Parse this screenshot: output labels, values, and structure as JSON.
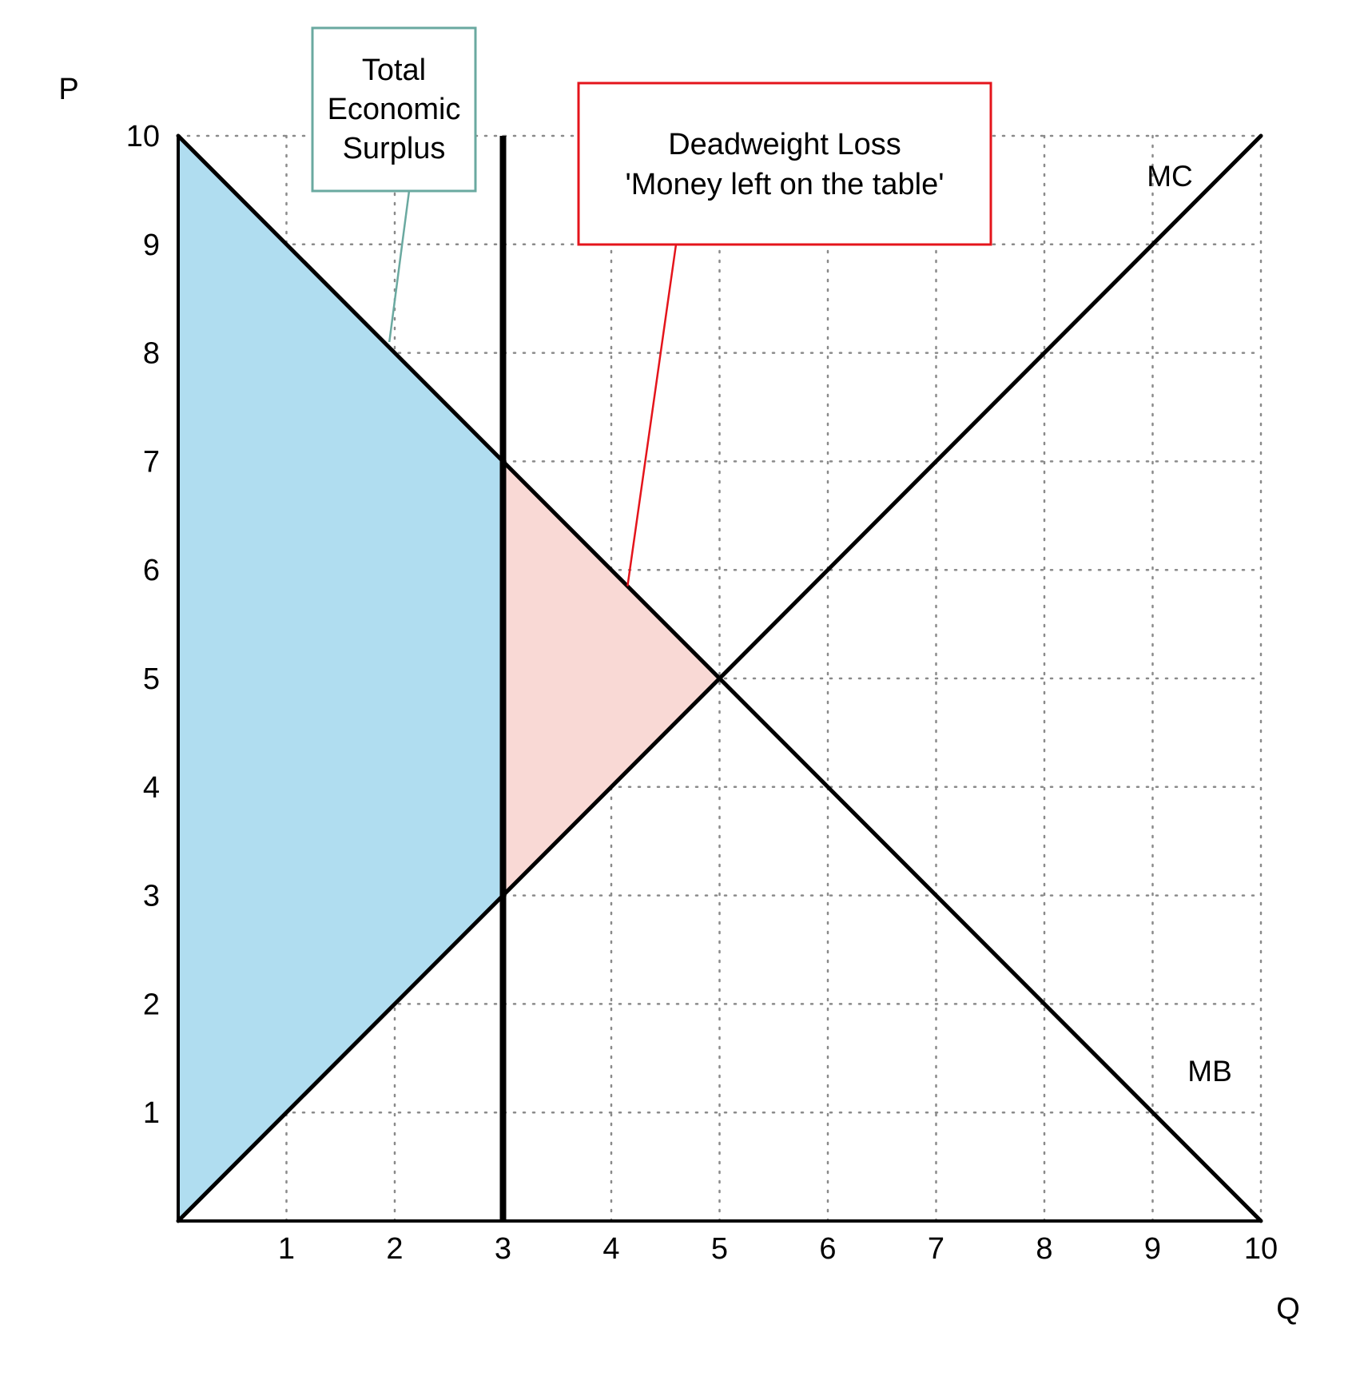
{
  "chart_data": {
    "type": "line",
    "xlabel": "Q",
    "ylabel": "P",
    "xlim": [
      0,
      10
    ],
    "ylim": [
      0,
      10
    ],
    "grid": true,
    "grid_style": "dotted",
    "x_ticks": [
      "1",
      "2",
      "3",
      "4",
      "5",
      "6",
      "7",
      "8",
      "9",
      "10"
    ],
    "y_ticks": [
      "1",
      "2",
      "3",
      "4",
      "5",
      "6",
      "7",
      "8",
      "9",
      "10"
    ],
    "series": [
      {
        "name": "MC",
        "x": [
          0,
          10
        ],
        "y": [
          0,
          10
        ],
        "color": "#000000"
      },
      {
        "name": "MB",
        "x": [
          0,
          10
        ],
        "y": [
          10,
          0
        ],
        "color": "#000000"
      }
    ],
    "vertical_line": {
      "x": 3,
      "y_from": 0,
      "y_to": 10,
      "color": "#000000"
    },
    "shaded_regions": [
      {
        "points": [
          [
            0,
            0
          ],
          [
            0,
            10
          ],
          [
            3,
            7
          ],
          [
            3,
            3
          ]
        ],
        "fill": "#b0ddf0",
        "stroke": "#2a8fa8"
      },
      {
        "points": [
          [
            3,
            7
          ],
          [
            5,
            5
          ],
          [
            3,
            3
          ]
        ],
        "fill": "#f9d9d5",
        "stroke": "#d23a2a"
      }
    ],
    "annotations": [
      {
        "lines": [
          "Total",
          "Economic",
          "Surplus"
        ],
        "border_color": "#6aa9a0",
        "target": [
          1.95,
          8.1
        ]
      },
      {
        "lines": [
          "Deadweight Loss",
          "'Money left on the table'"
        ],
        "border_color": "#e4141b",
        "target": [
          4.15,
          5.85
        ]
      }
    ]
  }
}
